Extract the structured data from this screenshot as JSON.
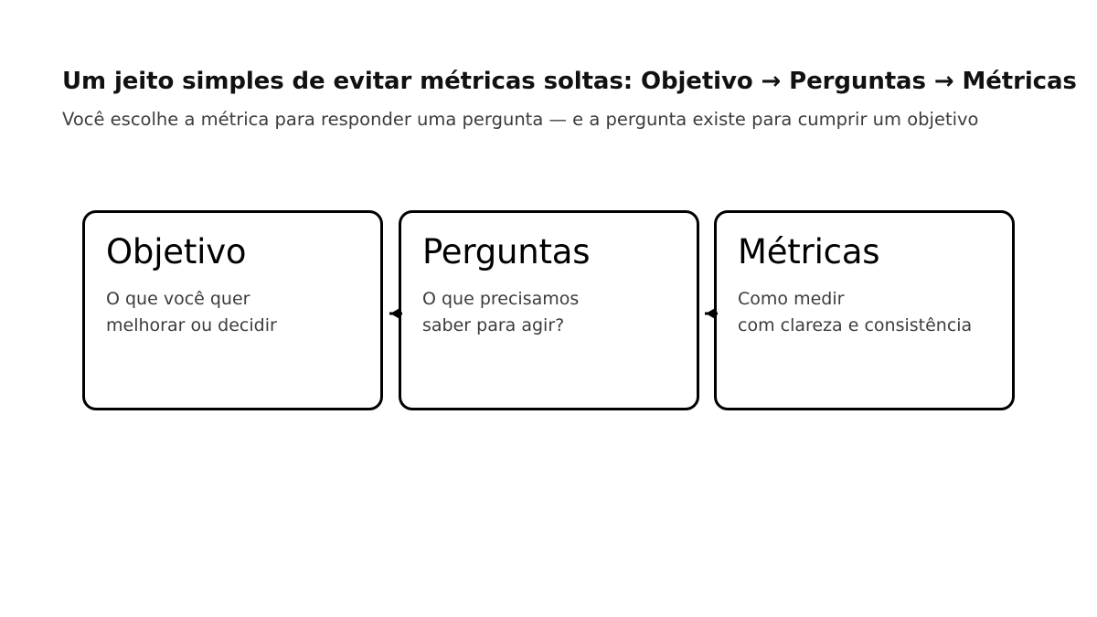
{
  "header": {
    "title": "Um jeito simples de evitar métricas soltas: Objetivo → Perguntas → Métricas",
    "subtitle": "Você escolhe a métrica para responder uma pergunta — e a pergunta existe para cumprir um objetivo"
  },
  "flow": {
    "cards": [
      {
        "id": "objetivo",
        "title": "Objetivo",
        "line1": "O que você quer",
        "line2": "melhorar ou decidir"
      },
      {
        "id": "perguntas",
        "title": "Perguntas",
        "line1": "O que precisamos",
        "line2": "saber para agir?"
      },
      {
        "id": "metricas",
        "title": "Métricas",
        "line1": "Como medir",
        "line2": "com clareza e consistência"
      }
    ],
    "connectors": [
      {
        "id": "connector-1",
        "icon": "arrow-left-triangle-icon"
      },
      {
        "id": "connector-2",
        "icon": "arrow-left-triangle-icon"
      }
    ]
  },
  "colors": {
    "background": "#ffffff",
    "title_text": "#111111",
    "subtitle_text": "#3d3d3d",
    "card_border": "#000000",
    "card_title_text": "#000000",
    "card_body_text": "#3c3c3c",
    "connector": "#000000"
  }
}
